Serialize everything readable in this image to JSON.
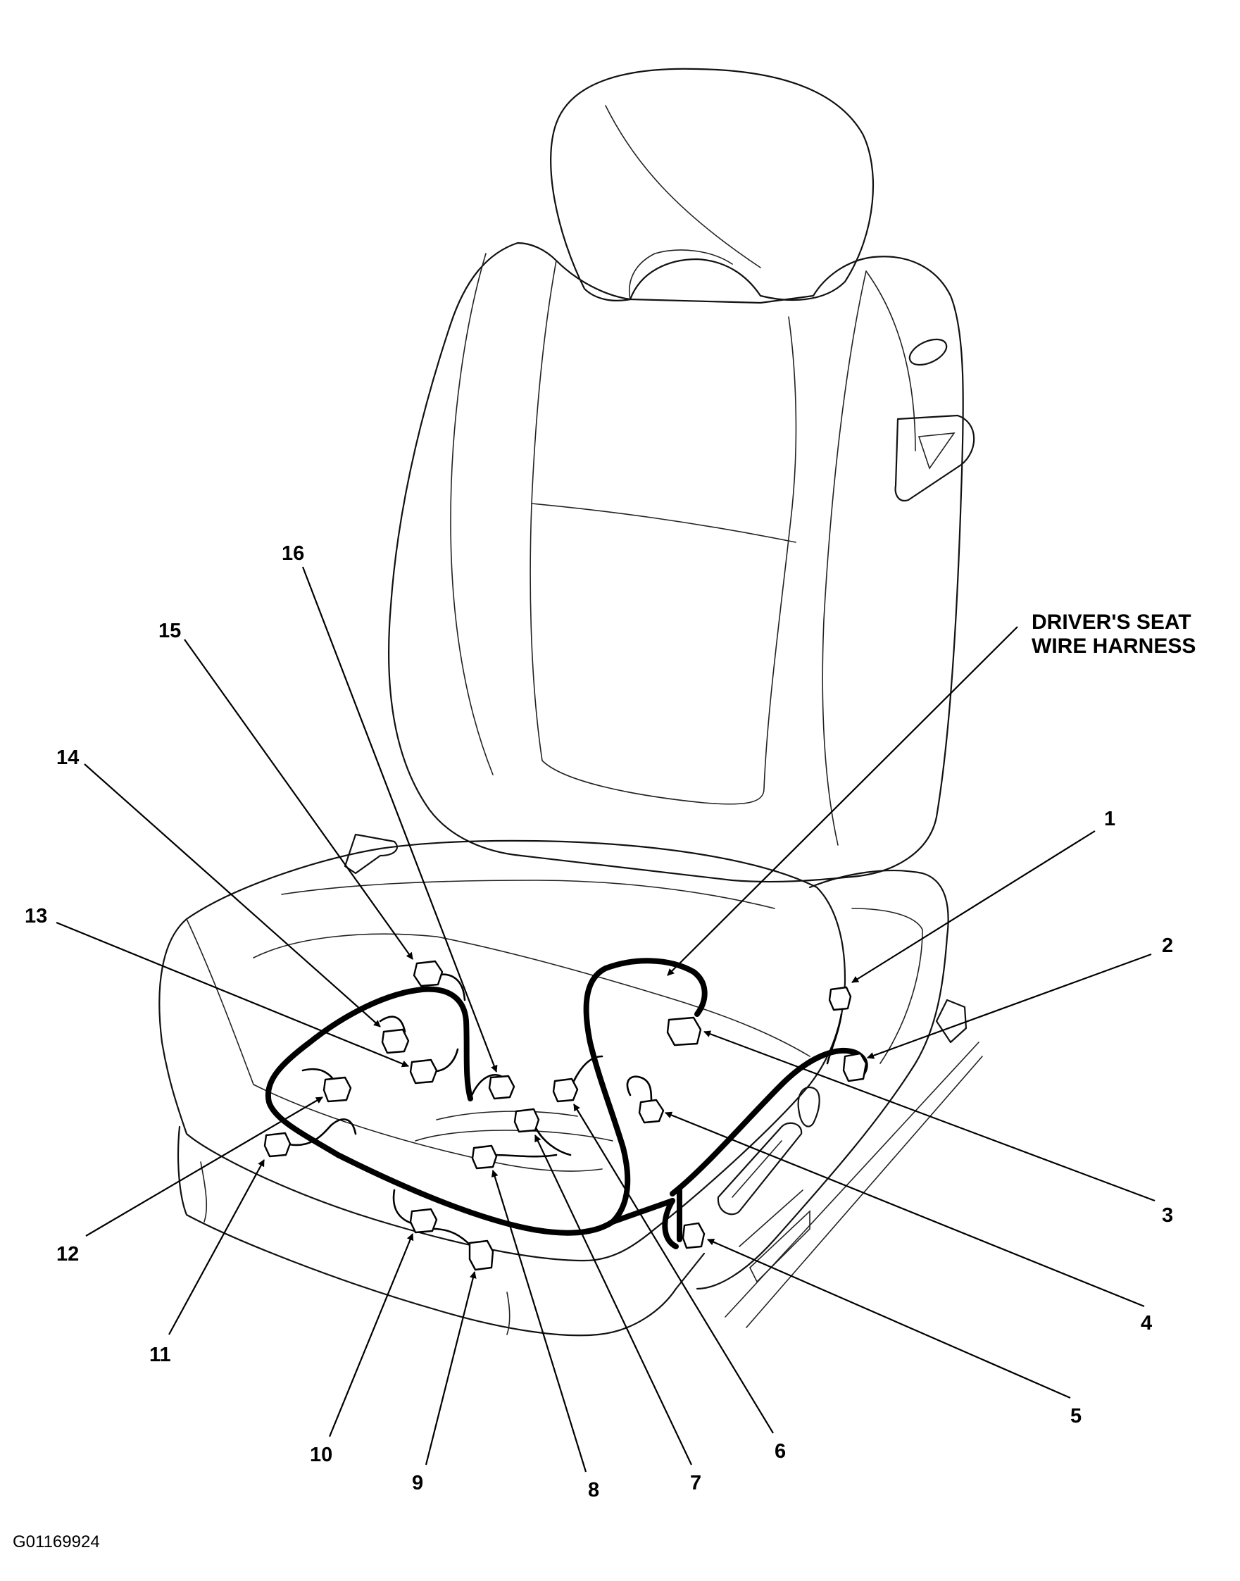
{
  "harness_label": {
    "line1": "DRIVER'S SEAT",
    "line2": "WIRE HARNESS"
  },
  "callouts": [
    "1",
    "2",
    "3",
    "4",
    "5",
    "6",
    "7",
    "8",
    "9",
    "10",
    "11",
    "12",
    "13",
    "14",
    "15",
    "16"
  ],
  "figure_id": "G01169924"
}
